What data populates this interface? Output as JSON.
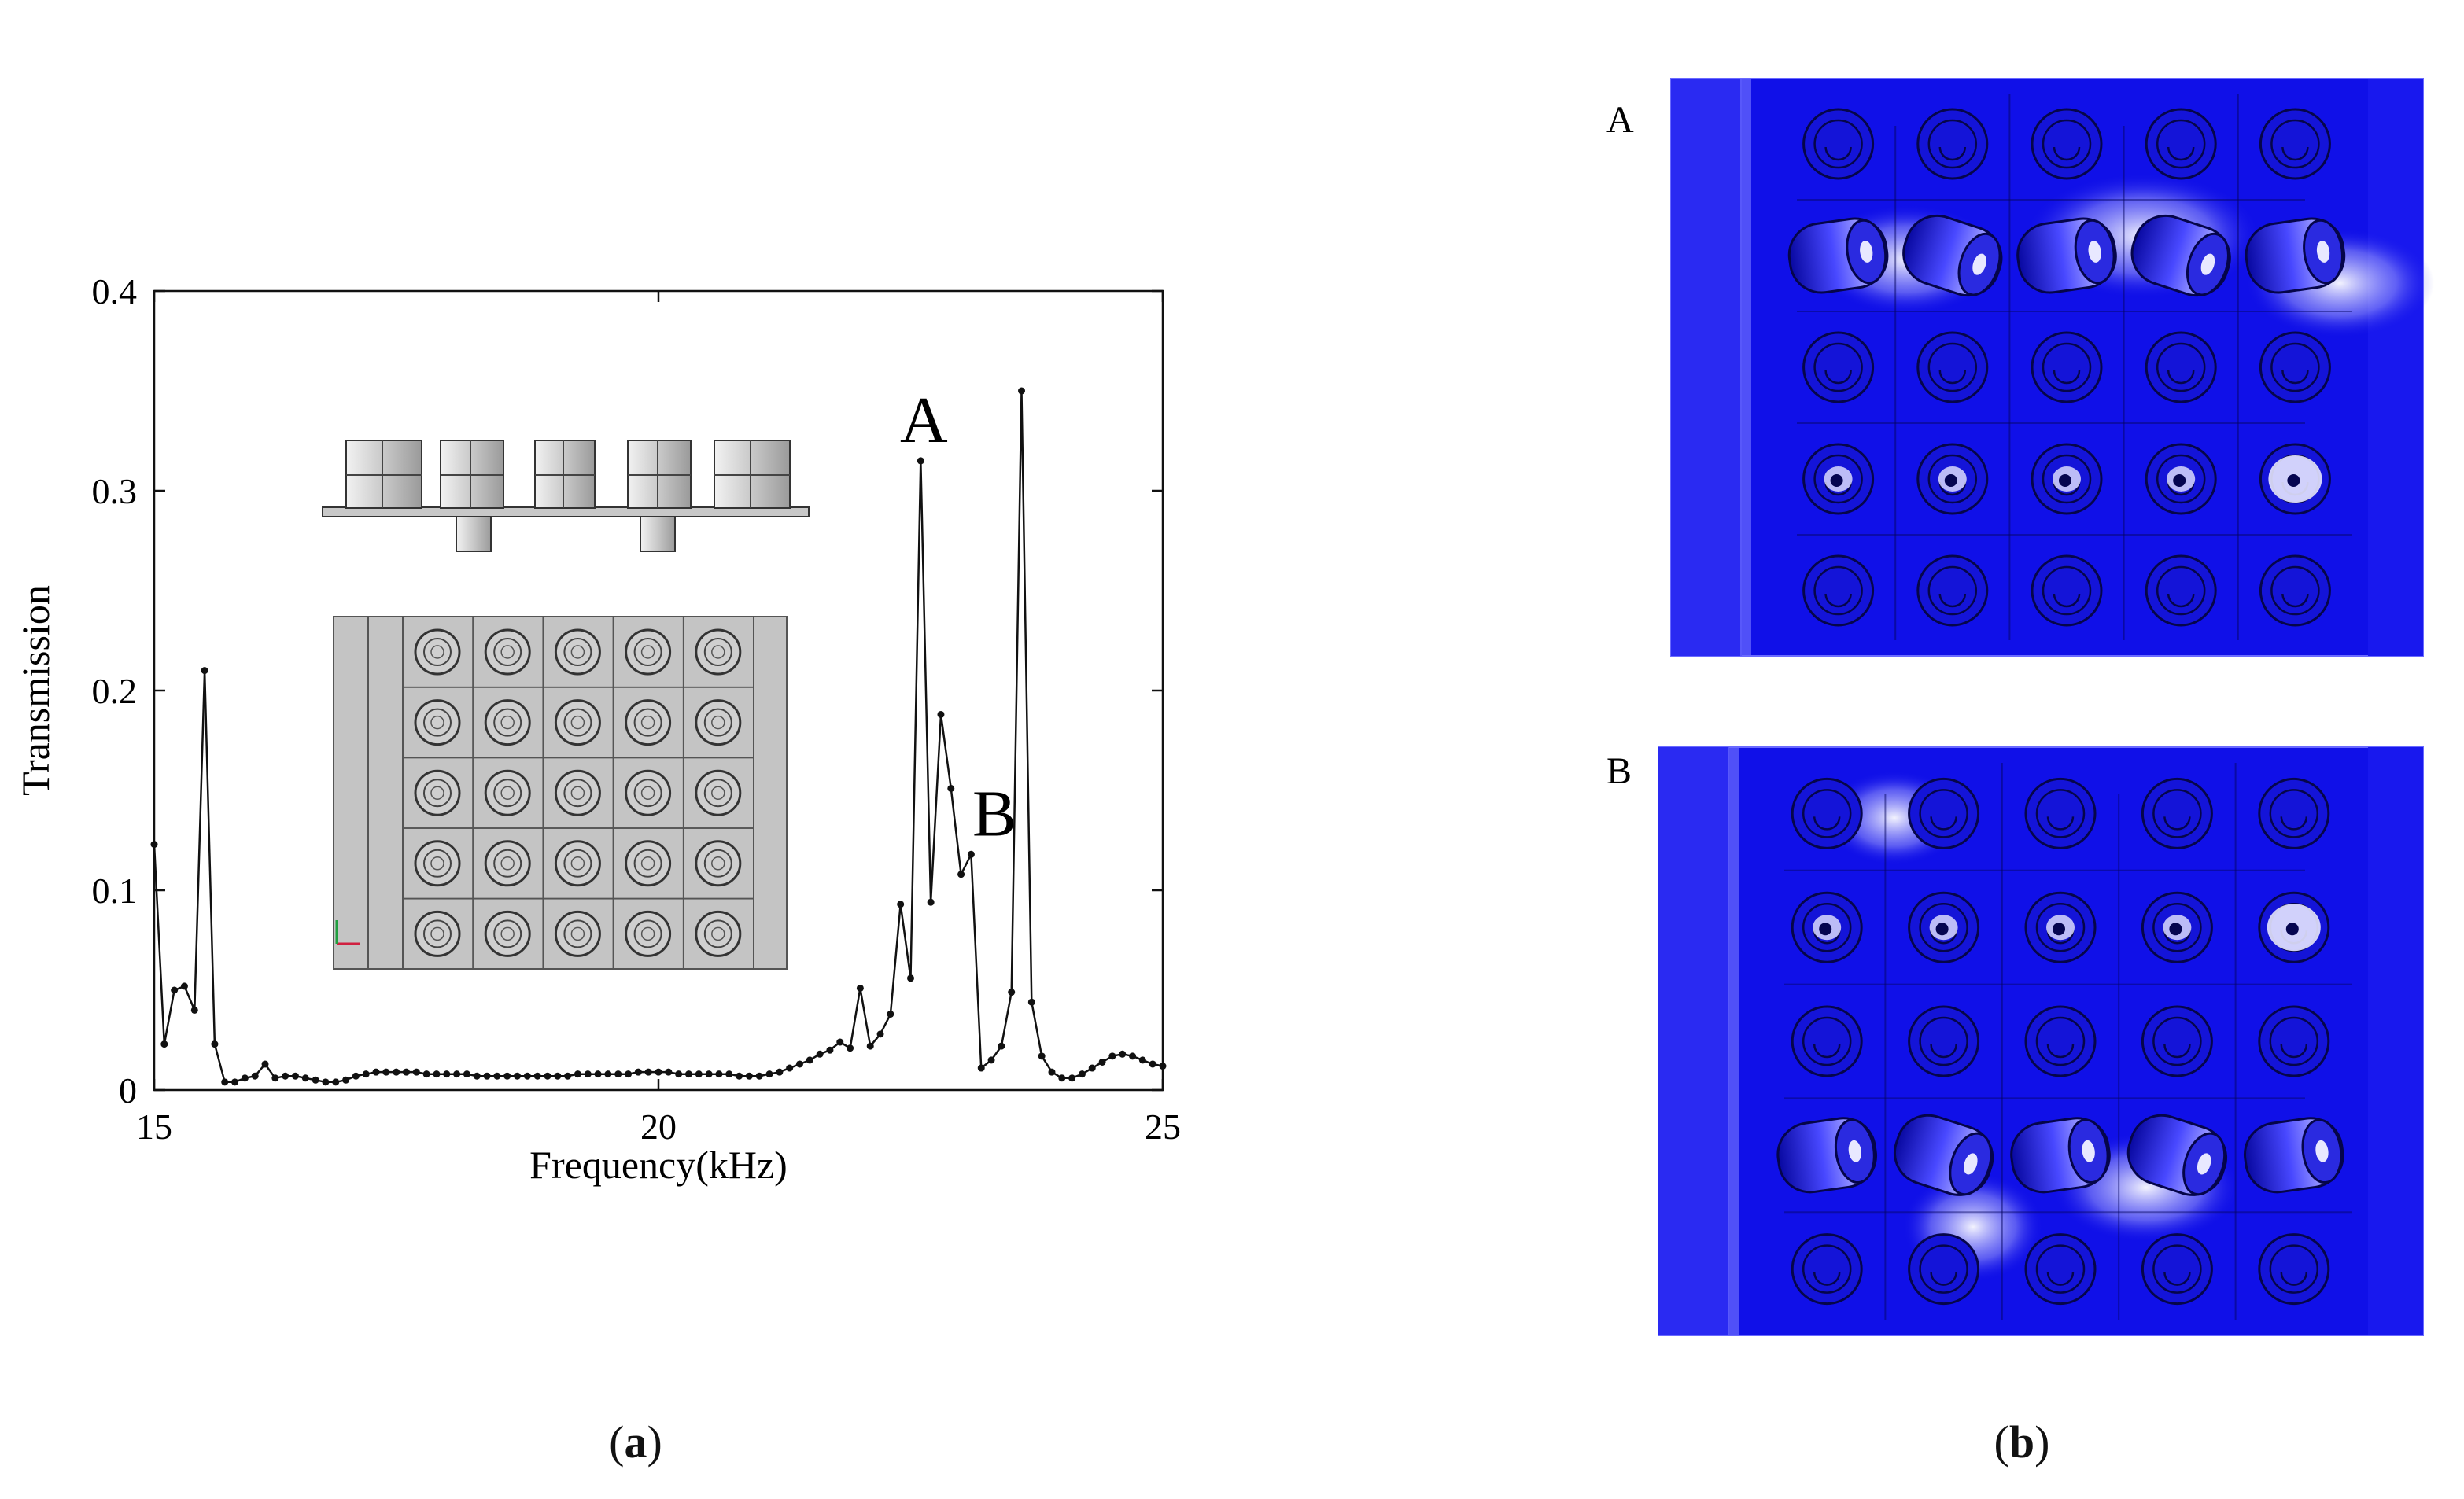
{
  "panels": {
    "a_caption": {
      "open": "(",
      "letter": "a",
      "close": ")"
    },
    "b_caption": {
      "open": "(",
      "letter": "b",
      "close": ")"
    },
    "mode_labels": [
      "A",
      "B"
    ]
  },
  "colors": {
    "line": "#111111",
    "field_blue": "#1010e8",
    "field_dark": "#0a0aa8",
    "field_white": "#ffffff",
    "model_grey": "#c8c8c8"
  },
  "chart_data": {
    "type": "line",
    "title": "",
    "xlabel": "Frequency(kHz)",
    "ylabel": "Transmission",
    "xlim": [
      15,
      25
    ],
    "ylim": [
      0,
      0.4
    ],
    "xticks": [
      15,
      20,
      25
    ],
    "xtick_labels": [
      "15",
      "20",
      "25"
    ],
    "yticks": [
      0,
      0.1,
      0.2,
      0.3,
      0.4
    ],
    "ytick_labels": [
      "0",
      "0.1",
      "0.2",
      "0.3",
      "0.4"
    ],
    "grid": false,
    "markers": true,
    "annotations": [
      {
        "text": "A",
        "x": 22.6,
        "y": 0.315
      },
      {
        "text": "B",
        "x": 23.3,
        "y": 0.118
      }
    ],
    "series": [
      {
        "x": [
          15.0,
          15.1,
          15.2,
          15.3,
          15.4,
          15.5,
          15.6,
          15.7,
          15.8,
          15.9,
          16.0,
          16.1,
          16.2,
          16.3,
          16.4,
          16.5,
          16.6,
          16.7,
          16.8,
          16.9,
          17.0,
          17.1,
          17.2,
          17.3,
          17.4,
          17.5,
          17.6,
          17.7,
          17.8,
          17.9,
          18.0,
          18.1,
          18.2,
          18.3,
          18.4,
          18.5,
          18.6,
          18.7,
          18.8,
          18.9,
          19.0,
          19.1,
          19.2,
          19.3,
          19.4,
          19.5,
          19.6,
          19.7,
          19.8,
          19.9,
          20.0,
          20.1,
          20.2,
          20.3,
          20.4,
          20.5,
          20.6,
          20.7,
          20.8,
          20.9,
          21.0,
          21.1,
          21.2,
          21.3,
          21.4,
          21.5,
          21.6,
          21.7,
          21.8,
          21.9,
          22.0,
          22.1,
          22.2,
          22.3,
          22.4,
          22.5,
          22.6,
          22.7,
          22.8,
          22.9,
          23.0,
          23.1,
          23.2,
          23.3,
          23.4,
          23.5,
          23.6,
          23.7,
          23.8,
          23.9,
          24.0,
          24.1,
          24.2,
          24.3,
          24.4,
          24.5,
          24.6,
          24.7,
          24.8,
          24.9,
          25.0
        ],
        "y": [
          0.123,
          0.023,
          0.05,
          0.052,
          0.04,
          0.21,
          0.023,
          0.004,
          0.004,
          0.006,
          0.007,
          0.013,
          0.006,
          0.007,
          0.007,
          0.006,
          0.005,
          0.004,
          0.004,
          0.005,
          0.007,
          0.008,
          0.009,
          0.009,
          0.009,
          0.009,
          0.009,
          0.008,
          0.008,
          0.008,
          0.008,
          0.008,
          0.007,
          0.007,
          0.007,
          0.007,
          0.007,
          0.007,
          0.007,
          0.007,
          0.007,
          0.007,
          0.008,
          0.008,
          0.008,
          0.008,
          0.008,
          0.008,
          0.009,
          0.009,
          0.009,
          0.009,
          0.008,
          0.008,
          0.008,
          0.008,
          0.008,
          0.008,
          0.007,
          0.007,
          0.007,
          0.008,
          0.009,
          0.011,
          0.013,
          0.015,
          0.018,
          0.02,
          0.024,
          0.021,
          0.051,
          0.022,
          0.028,
          0.038,
          0.093,
          0.056,
          0.315,
          0.094,
          0.188,
          0.151,
          0.108,
          0.118,
          0.011,
          0.015,
          0.022,
          0.049,
          0.35,
          0.044,
          0.017,
          0.009,
          0.006,
          0.006,
          0.008,
          0.011,
          0.014,
          0.017,
          0.018,
          0.017,
          0.015,
          0.013,
          0.012
        ]
      }
    ]
  }
}
